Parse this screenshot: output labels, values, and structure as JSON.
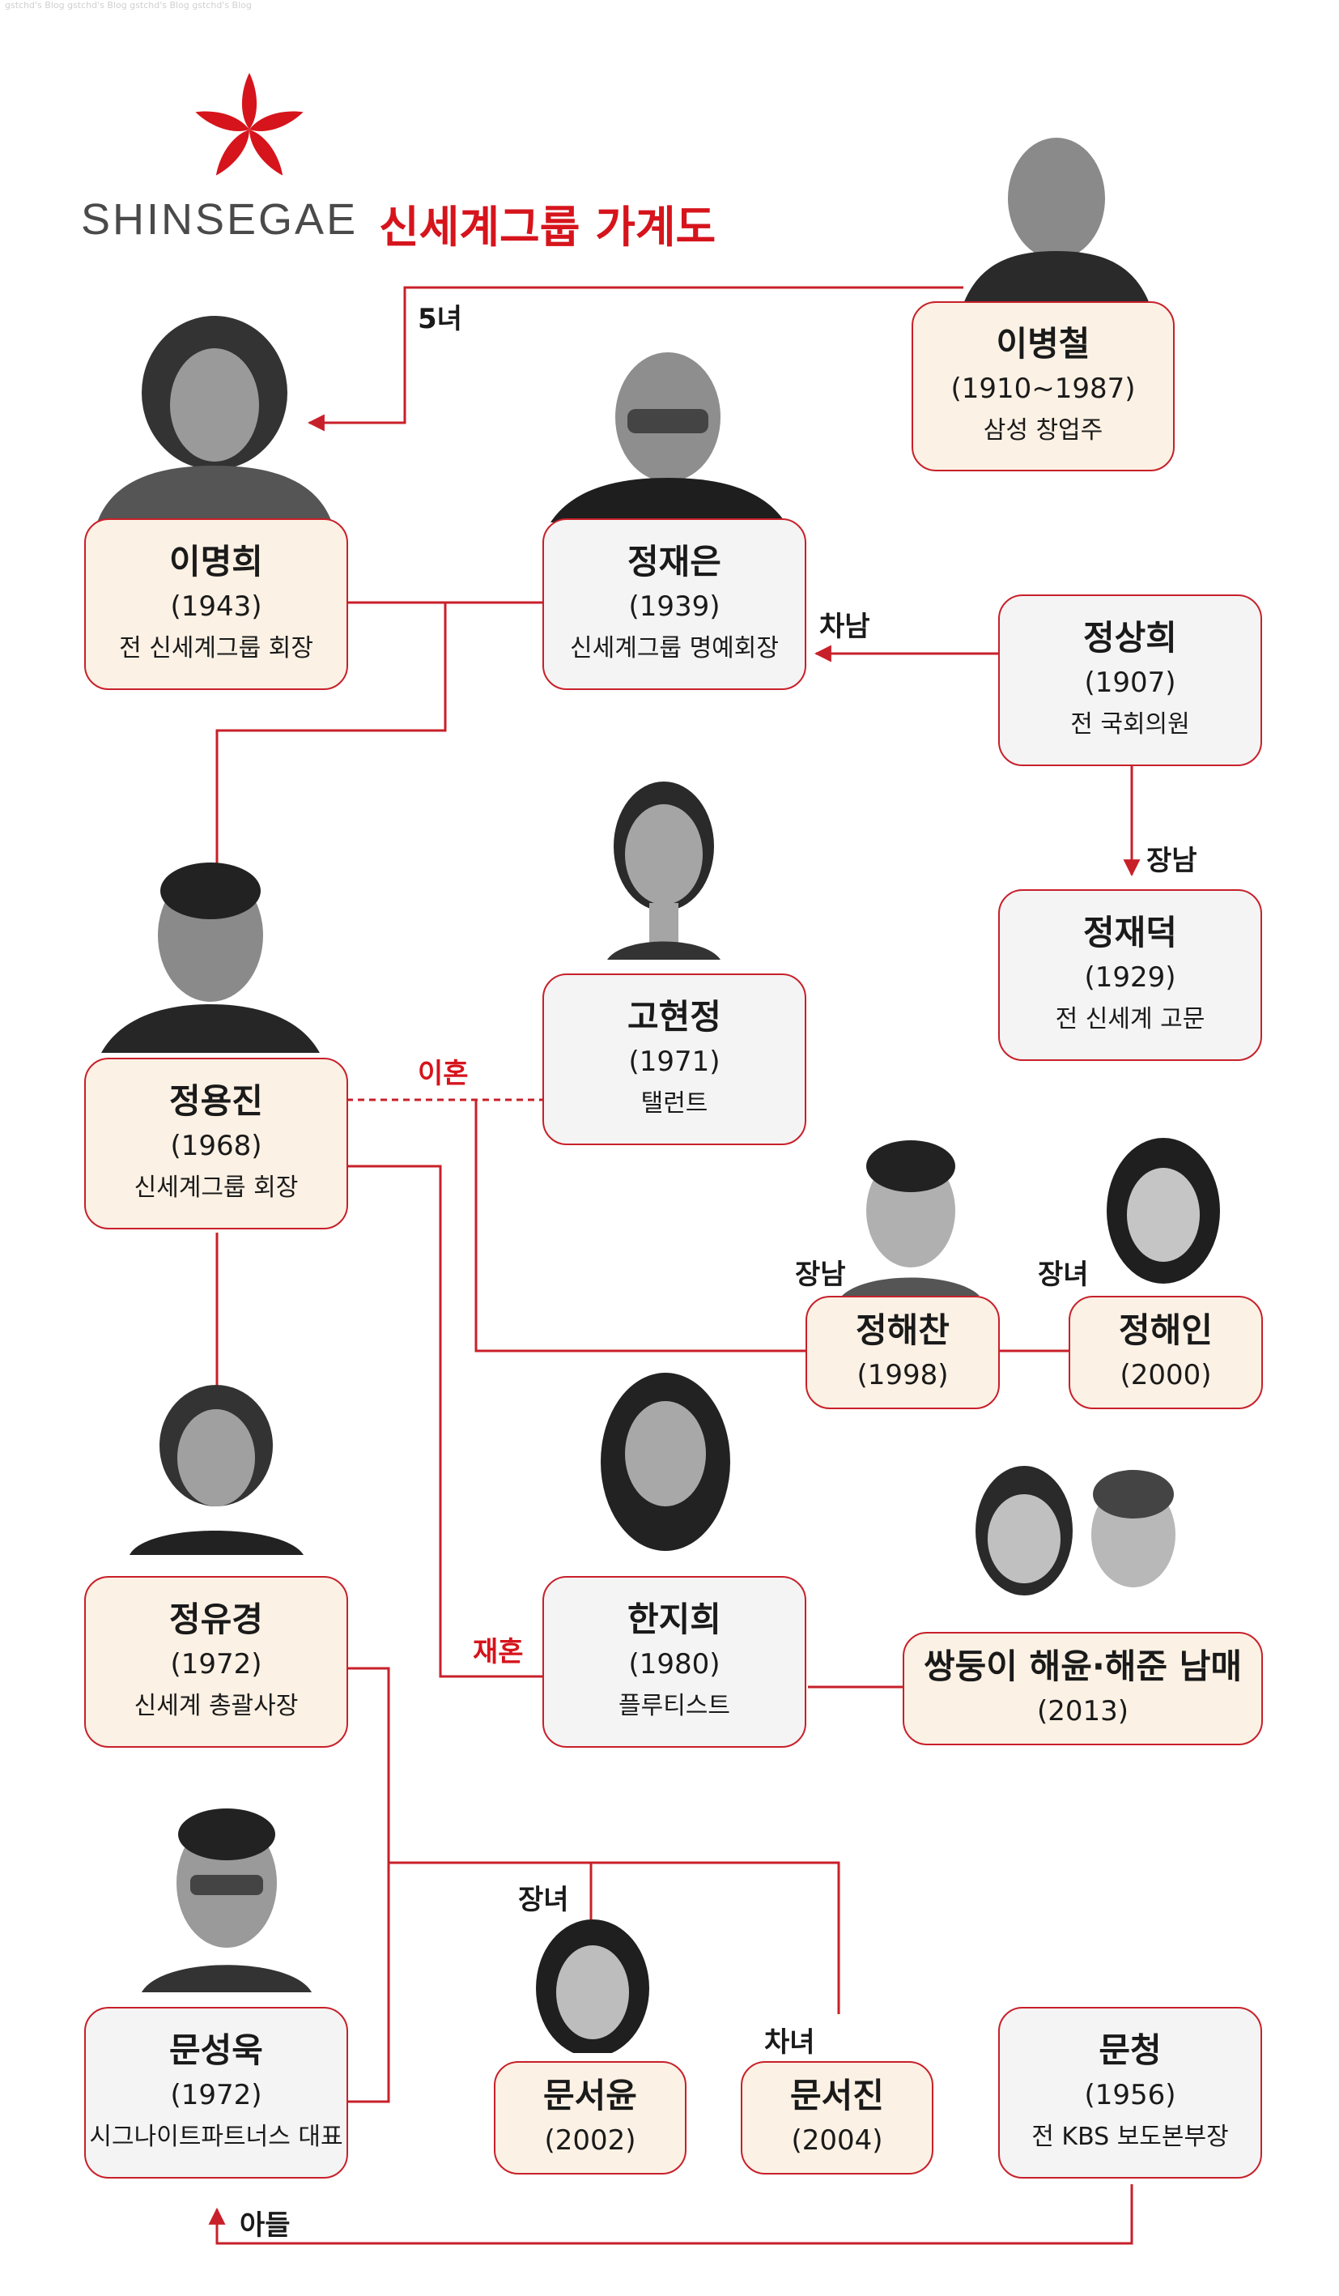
{
  "watermark": "gstchd's Blog gstchd's Blog gstchd's Blog gstchd's Blog",
  "header": {
    "logo_text": "SHINSEGAE",
    "title": "신세계그룹 가계도",
    "brand_color": "#d6141c"
  },
  "people": {
    "lee_byungchul": {
      "name": "이병철",
      "years": "(1910~1987)",
      "role": "삼성 창업주"
    },
    "lee_myunghee": {
      "name": "이명희",
      "years": "(1943)",
      "role": "전 신세계그룹 회장"
    },
    "chung_jaeeun": {
      "name": "정재은",
      "years": "(1939)",
      "role": "신세계그룹 명예회장"
    },
    "chung_sanghee": {
      "name": "정상희",
      "years": "(1907)",
      "role": "전 국회의원"
    },
    "chung_jaeduk": {
      "name": "정재덕",
      "years": "(1929)",
      "role": "전 신세계 고문"
    },
    "go_hyunjung": {
      "name": "고현정",
      "years": "(1971)",
      "role": "탤런트"
    },
    "chung_yongjin": {
      "name": "정용진",
      "years": "(1968)",
      "role": "신세계그룹 회장"
    },
    "chung_haechan": {
      "name": "정해찬",
      "years": "(1998)"
    },
    "chung_haein": {
      "name": "정해인",
      "years": "(2000)"
    },
    "han_jihee": {
      "name": "한지희",
      "years": "(1980)",
      "role": "플루티스트"
    },
    "twins": {
      "name": "쌍둥이 해윤·해준 남매",
      "years": "(2013)"
    },
    "chung_yookyung": {
      "name": "정유경",
      "years": "(1972)",
      "role": "신세계 총괄사장"
    },
    "moon_sungwook": {
      "name": "문성욱",
      "years": "(1972)",
      "role": "시그나이트파트너스 대표"
    },
    "moon_seoyun": {
      "name": "문서윤",
      "years": "(2002)"
    },
    "moon_seojin": {
      "name": "문서진",
      "years": "(2004)"
    },
    "moon_chung": {
      "name": "문청",
      "years": "(1956)",
      "role": "전 KBS 보도본부장"
    }
  },
  "relations": {
    "fifth_daughter": "5녀",
    "second_son": "차남",
    "first_son": "장남",
    "divorce": "이혼",
    "first_son_haechan": "장남",
    "first_daughter_haein": "장녀",
    "remarriage": "재혼",
    "first_daughter_seoyun": "장녀",
    "second_daughter_seojin": "차녀",
    "son": "아들"
  },
  "colors": {
    "line": "#c8202a",
    "box_warm": "#fbf1e4",
    "box_gray": "#f4f4f4"
  }
}
